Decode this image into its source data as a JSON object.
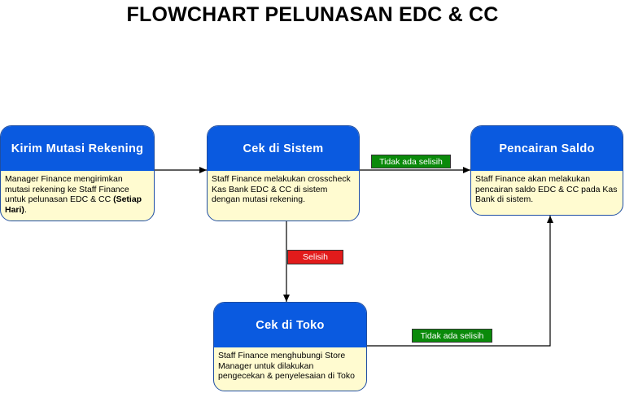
{
  "title": "FLOWCHART PELUNASAN EDC & CC",
  "nodes": {
    "kirim": {
      "title": "Kirim Mutasi Rekening",
      "text": "Manager Finance mengirimkan mutasi rekening ke Staff Finance untuk pelunasan EDC & CC ",
      "text_bold": "(Setiap Hari)",
      "text_tail": "."
    },
    "cek_sistem": {
      "title": "Cek di Sistem",
      "text": "Staff Finance melakukan crosscheck Kas Bank EDC & CC di sistem dengan mutasi rekening."
    },
    "pencairan": {
      "title": "Pencairan Saldo",
      "text": "Staff Finance akan melakukan pencairan saldo EDC & CC pada Kas Bank di sistem."
    },
    "cek_toko": {
      "title": "Cek di Toko",
      "text": "Staff Finance menghubungi Store Manager untuk dilakukan pengecekan & penyelesaian di Toko"
    }
  },
  "edge_labels": {
    "sistem_to_pencairan": "Tidak ada selisih",
    "sistem_to_toko": "Selisih",
    "toko_to_pencairan": "Tidak ada selisih"
  },
  "colors": {
    "header": "#0a5ae0",
    "body": "#fffbd0",
    "border": "#1f4ea3",
    "ok_label": "#0a8a0a",
    "diff_label": "#e21b1b"
  }
}
